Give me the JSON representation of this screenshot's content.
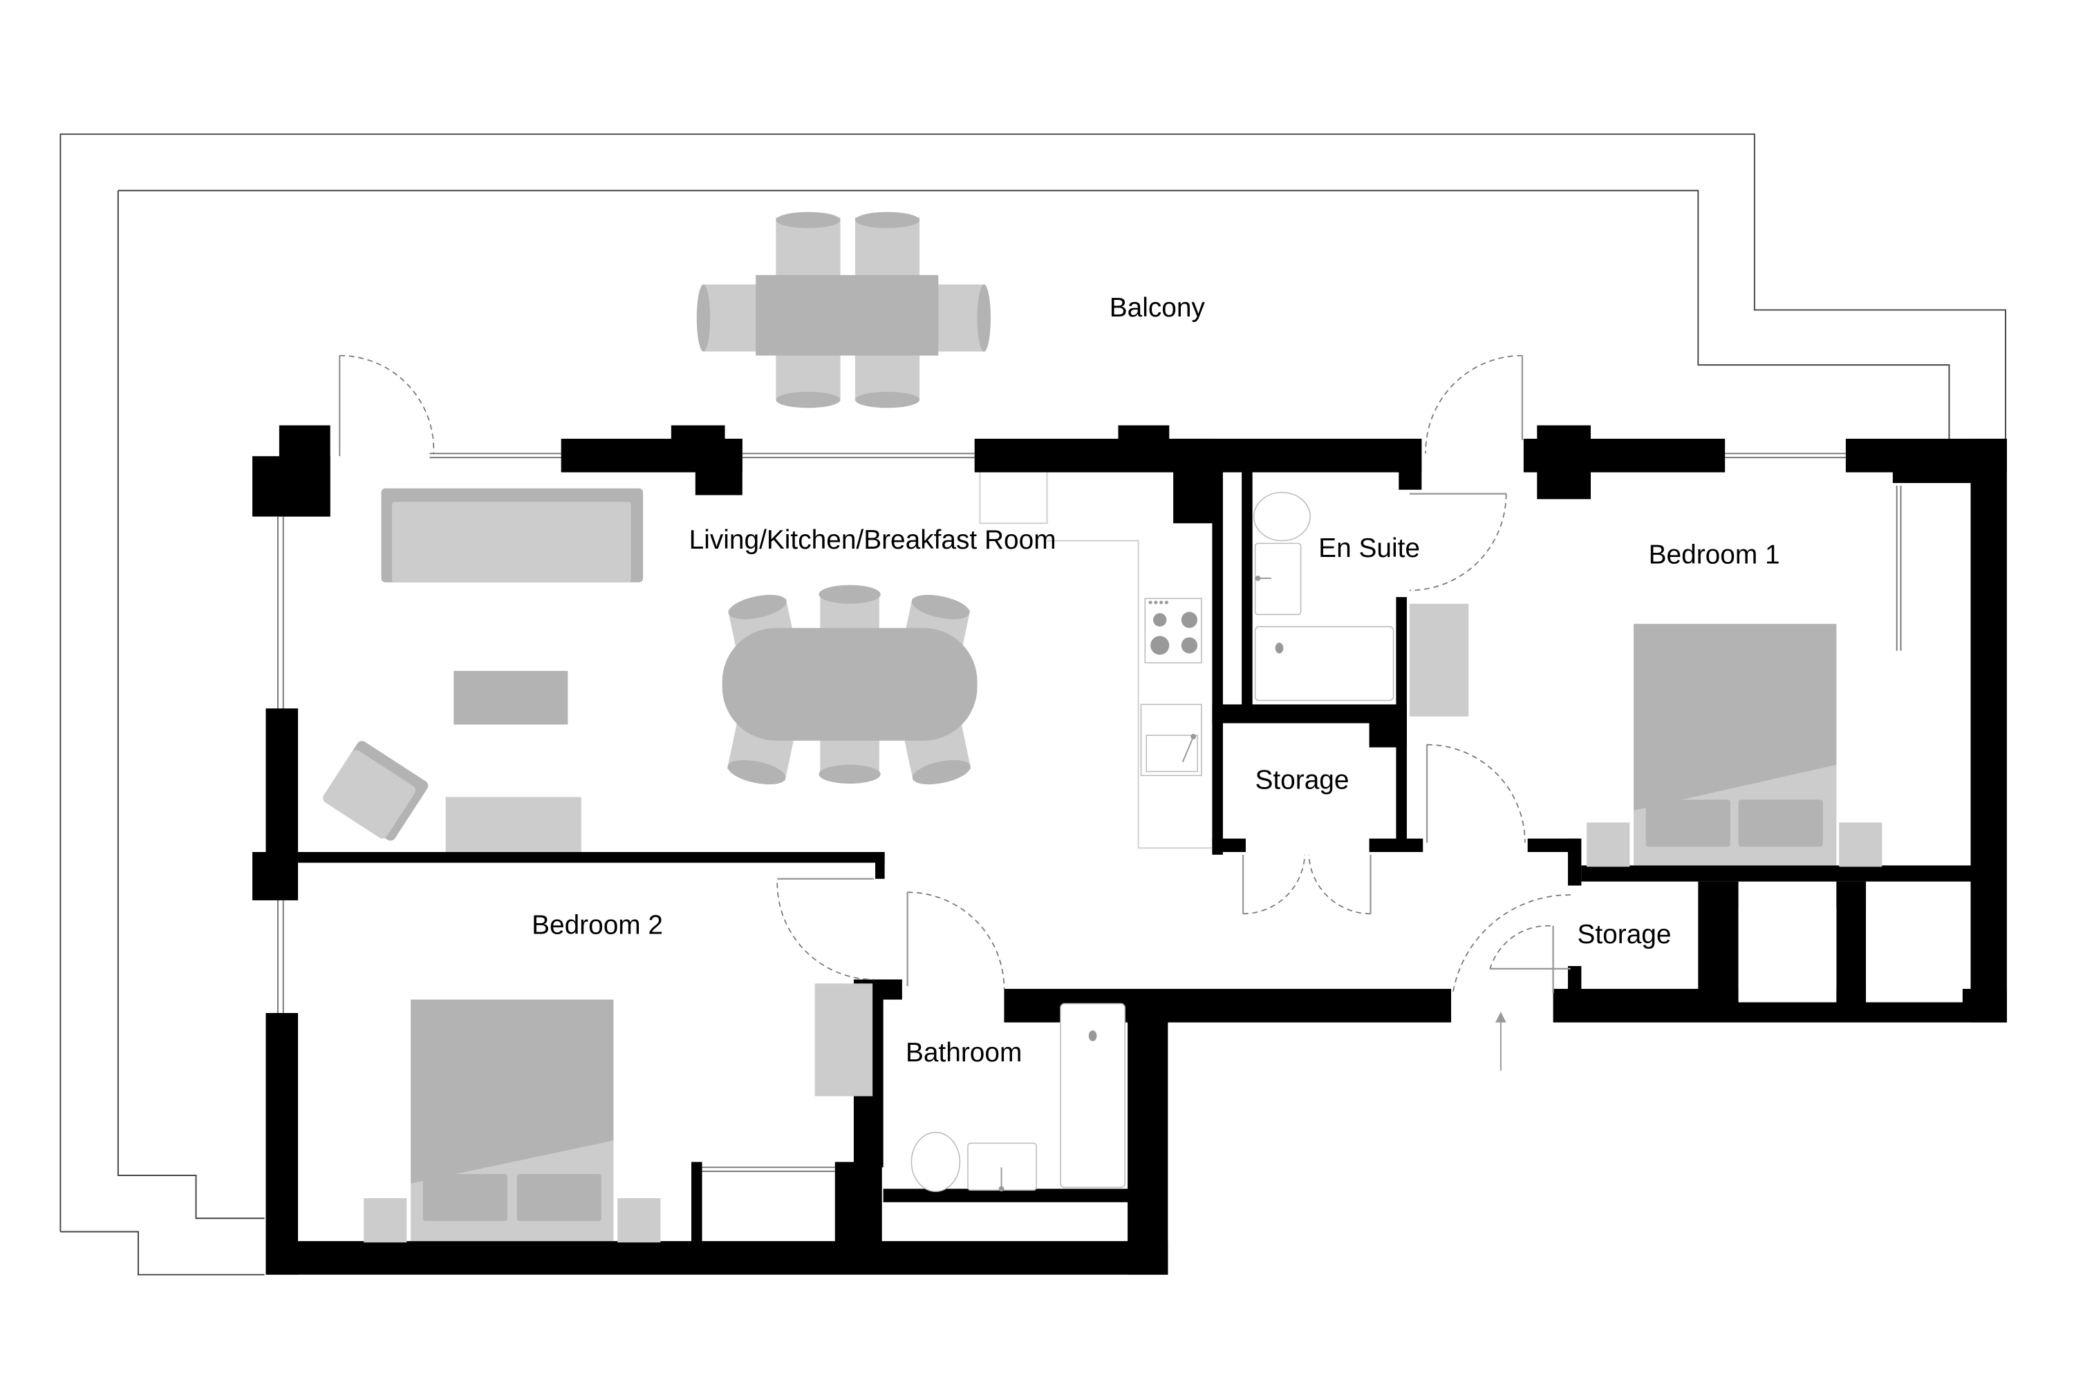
{
  "plan": {
    "title": "Apartment Floor Plan",
    "colors": {
      "wall": "#000000",
      "furniture_dark": "#b3b3b3",
      "furniture_light": "#cccccc",
      "outline": "#444444",
      "background": "#ffffff"
    },
    "rooms": [
      {
        "id": "balcony",
        "label": "Balcony"
      },
      {
        "id": "living",
        "label": "Living/Kitchen/Breakfast Room"
      },
      {
        "id": "ensuite",
        "label": "En Suite"
      },
      {
        "id": "bedroom1",
        "label": "Bedroom 1"
      },
      {
        "id": "storage1",
        "label": "Storage"
      },
      {
        "id": "storage2",
        "label": "Storage"
      },
      {
        "id": "bedroom2",
        "label": "Bedroom 2"
      },
      {
        "id": "bathroom",
        "label": "Bathroom"
      }
    ],
    "entrance": {
      "icon": "entrance-arrow-icon"
    }
  }
}
